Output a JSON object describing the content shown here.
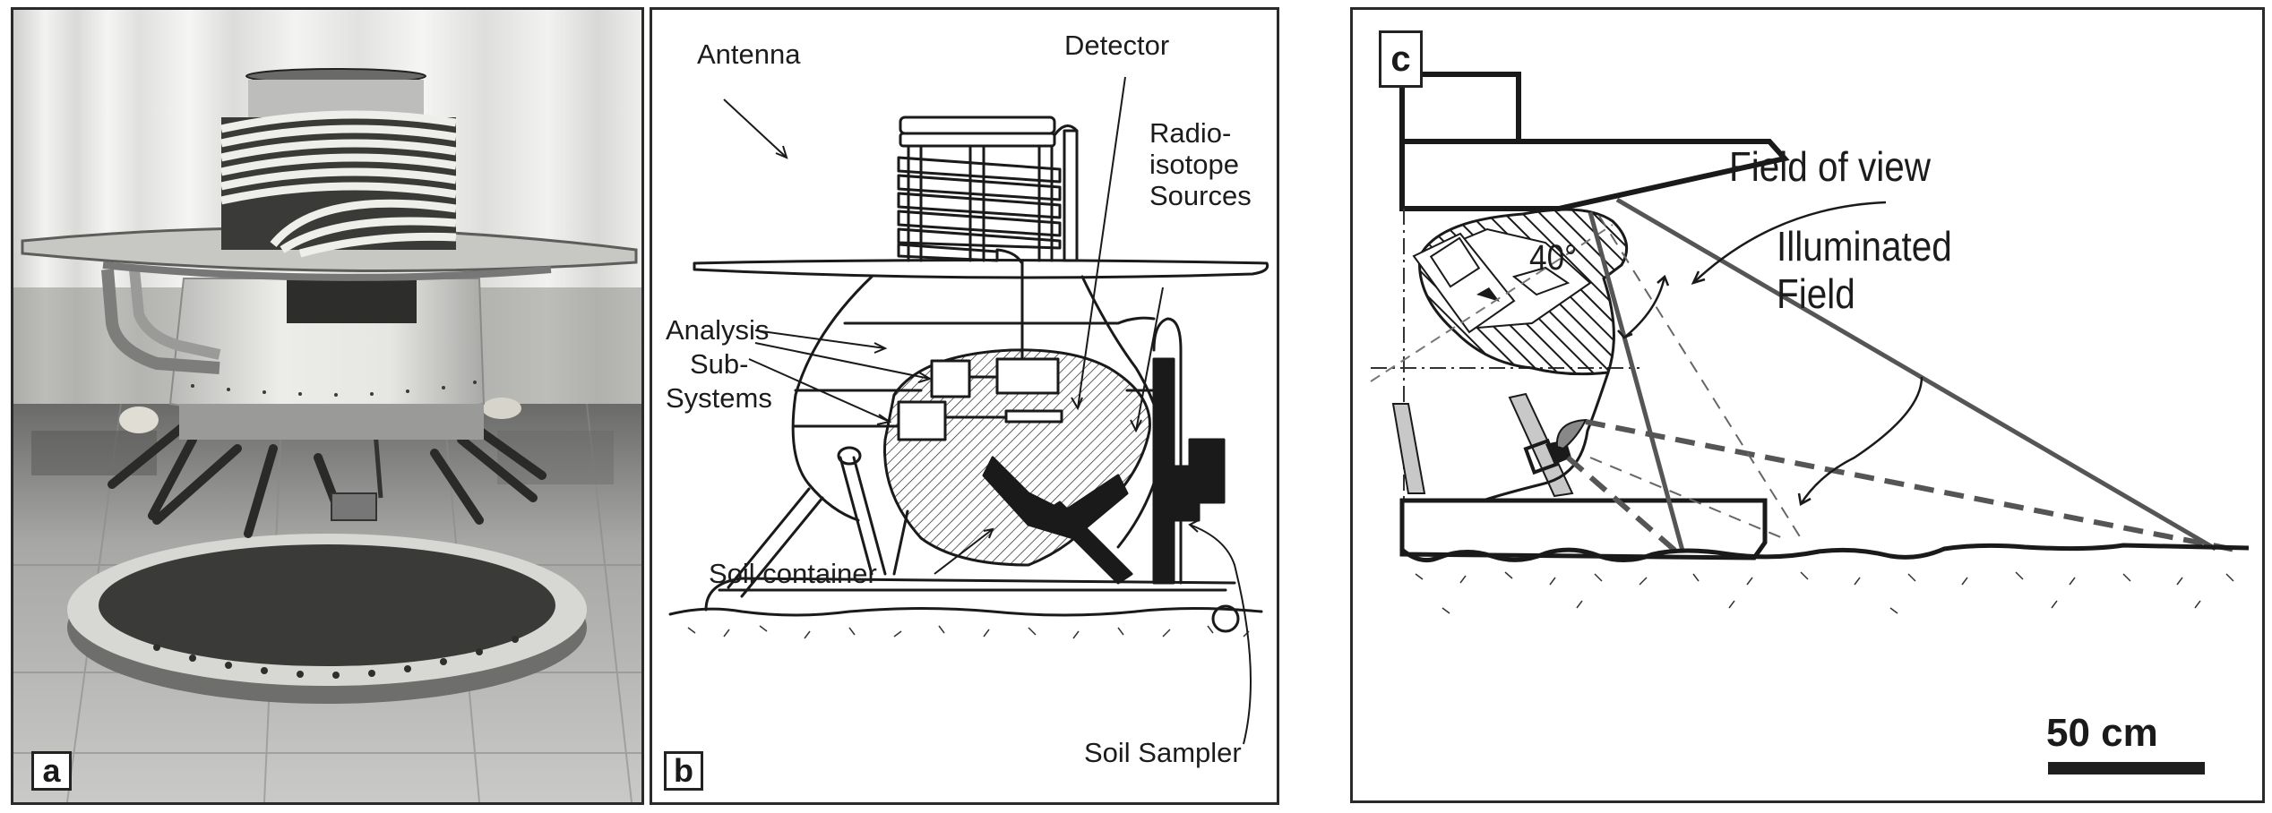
{
  "figure": {
    "panels": [
      {
        "id": "a",
        "tag": "a",
        "kind": "photograph",
        "subject": "lander with helical antenna, toroidal ring platform on tiled floor"
      },
      {
        "id": "b",
        "tag": "b",
        "kind": "labeled cutaway diagram"
      },
      {
        "id": "c",
        "tag": "c",
        "kind": "field-of-view schematic"
      }
    ],
    "panel_b": {
      "labels": {
        "antenna": "Antenna",
        "detector": "Detector",
        "radio_line1": "Radio-",
        "radio_line2": "isotope",
        "radio_line3": "Sources",
        "analysis_line1": "Analysis",
        "analysis_line2": "Sub-",
        "analysis_line3": "Systems",
        "soil_container": "Soil container",
        "soil_sampler": "Soil Sampler"
      }
    },
    "panel_c": {
      "labels": {
        "field_of_view": "Field of view",
        "illuminated_line1": "Illuminated",
        "illuminated_line2": "Field",
        "angle": "40°",
        "scale": "50 cm"
      },
      "field_of_view_angle_deg": 40,
      "scale_bar_length_cm": 50
    },
    "colors": {
      "ink": "#1c1c1c",
      "gray_line": "#555555",
      "support_rod": "#c8c8c8",
      "photo_bg": "#d9d9d7"
    }
  }
}
